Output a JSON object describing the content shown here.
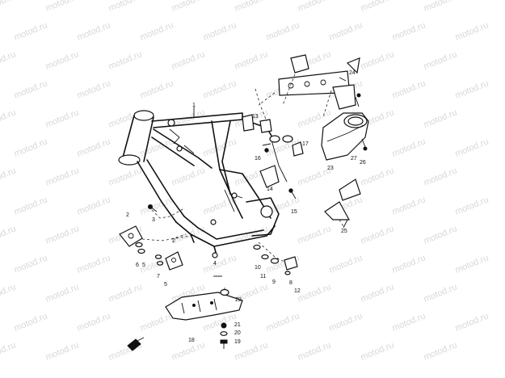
{
  "watermark": "motod.ru",
  "labels": {
    "l1": "1",
    "l2a": "2",
    "l2b": "2",
    "l3": "3",
    "l4": "4",
    "l5a": "5",
    "l5b": "5",
    "l6": "6",
    "l7": "7",
    "l8": "8",
    "l9": "9",
    "l10": "10",
    "l11": "11",
    "l12": "12",
    "l13": "13",
    "l14": "14",
    "l15": "15",
    "l16": "16",
    "l17": "17",
    "l18": "18",
    "l19": "19",
    "l20": "20",
    "l21": "21",
    "l22": "22",
    "l23": "23",
    "l24": "24",
    "l25": "25",
    "l26": "26",
    "l27": "27"
  }
}
